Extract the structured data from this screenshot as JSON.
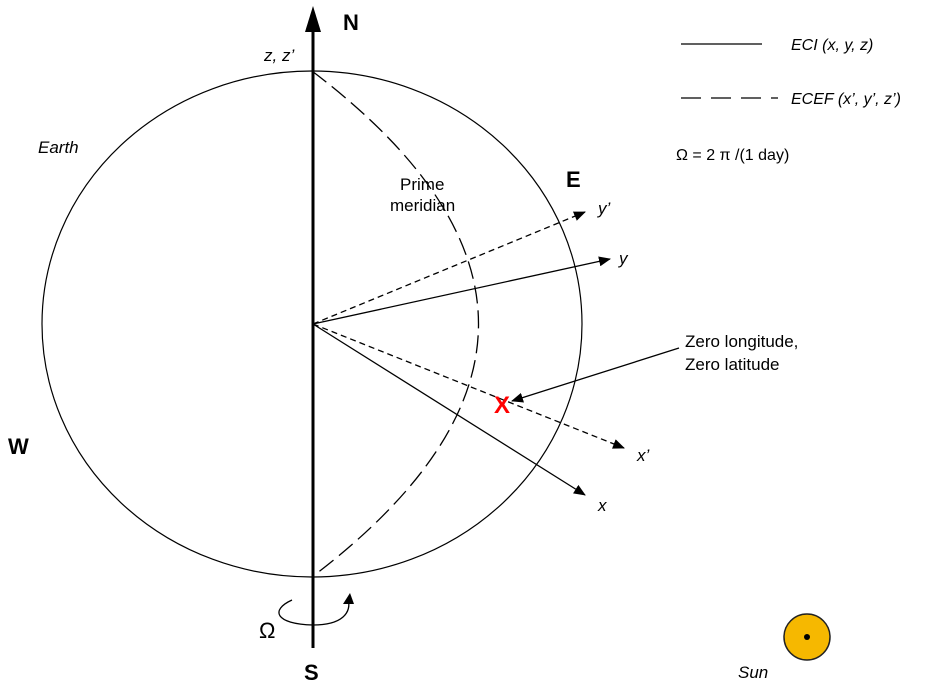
{
  "cardinal": {
    "north": "N",
    "south": "S",
    "east": "E",
    "west": "W"
  },
  "labels": {
    "earth": "Earth",
    "z_axis": "z, z’",
    "prime_meridian_line1": "Prime",
    "prime_meridian_line2": "meridian",
    "y": "y",
    "y_prime": "y’",
    "x": "x",
    "x_prime": "x’",
    "zero_point_line1": "Zero longitude,",
    "zero_point_line2": "Zero latitude",
    "zero_marker": "X",
    "omega": "Ω",
    "sun": "Sun"
  },
  "legend": {
    "eci": "ECI (x, y, z)",
    "ecef": "ECEF (x’, y’, z’)",
    "rotation_rate": "Ω = 2 π /(1 day)"
  },
  "colors": {
    "marker": "#ff0000",
    "sun_fill": "#f6b800",
    "sun_stroke": "#222222",
    "ink": "#000000"
  }
}
